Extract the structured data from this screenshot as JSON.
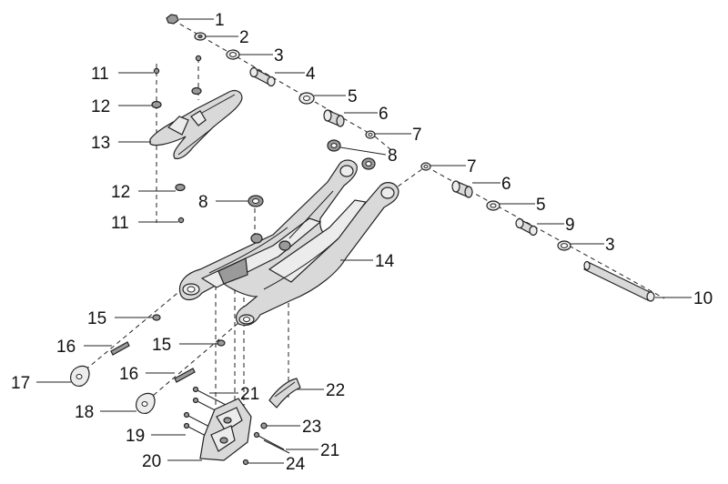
{
  "callouts": [
    {
      "id": "c1",
      "text": "1"
    },
    {
      "id": "c2",
      "text": "2"
    },
    {
      "id": "c3a",
      "text": "3"
    },
    {
      "id": "c4",
      "text": "4"
    },
    {
      "id": "c5a",
      "text": "5"
    },
    {
      "id": "c6a",
      "text": "6"
    },
    {
      "id": "c7a",
      "text": "7"
    },
    {
      "id": "c8a",
      "text": "8"
    },
    {
      "id": "c7b",
      "text": "7"
    },
    {
      "id": "c6b",
      "text": "6"
    },
    {
      "id": "c5b",
      "text": "5"
    },
    {
      "id": "c9",
      "text": "9"
    },
    {
      "id": "c3b",
      "text": "3"
    },
    {
      "id": "c10",
      "text": "10"
    },
    {
      "id": "c11a",
      "text": "11"
    },
    {
      "id": "c12a",
      "text": "12"
    },
    {
      "id": "c13",
      "text": "13"
    },
    {
      "id": "c12b",
      "text": "12"
    },
    {
      "id": "c11b",
      "text": "11"
    },
    {
      "id": "c8b",
      "text": "8"
    },
    {
      "id": "c14",
      "text": "14"
    },
    {
      "id": "c15a",
      "text": "15"
    },
    {
      "id": "c16a",
      "text": "16"
    },
    {
      "id": "c15b",
      "text": "15"
    },
    {
      "id": "c17",
      "text": "17"
    },
    {
      "id": "c16b",
      "text": "16"
    },
    {
      "id": "c21a",
      "text": "21"
    },
    {
      "id": "c22",
      "text": "22"
    },
    {
      "id": "c18",
      "text": "18"
    },
    {
      "id": "c23",
      "text": "23"
    },
    {
      "id": "c19",
      "text": "19"
    },
    {
      "id": "c21b",
      "text": "21"
    },
    {
      "id": "c20",
      "text": "20"
    },
    {
      "id": "c24",
      "text": "24"
    }
  ]
}
